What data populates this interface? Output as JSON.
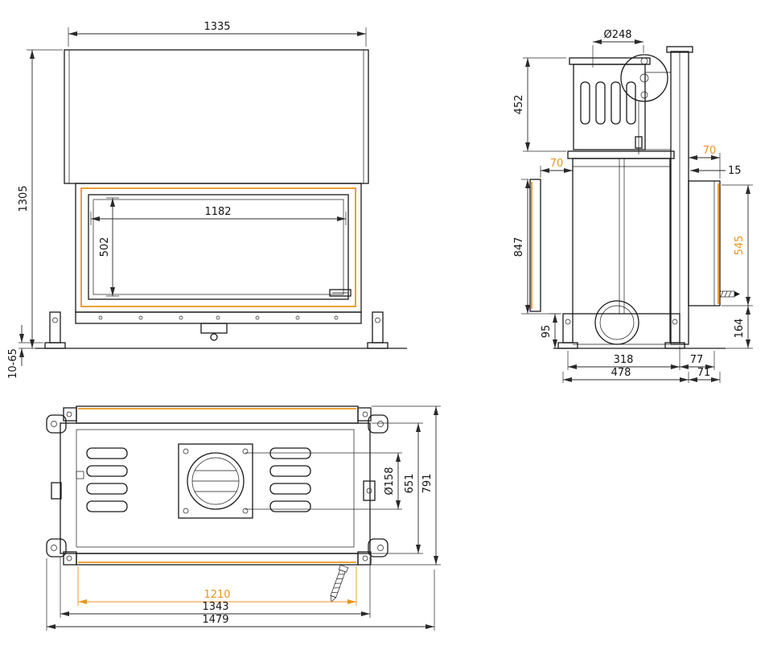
{
  "drawing": {
    "views": {
      "front": {
        "overall_width": "1335",
        "overall_height": "1305",
        "glass_width": "1182",
        "glass_height": "502",
        "foot_adjustment": "10-65"
      },
      "side": {
        "flue_diameter": "Ø248",
        "hood_height": "452",
        "front_panel_gap": "70",
        "side_panel_width": "70",
        "rear_gap": "15",
        "firebox_height": "847",
        "side_glass_height": "545",
        "base_clearance": "95",
        "outlet_height": "164",
        "depth_upper": "318",
        "depth_upper_rear": "77",
        "depth_lower": "478",
        "depth_lower_rear": "71"
      },
      "top": {
        "duct_diameter": "Ø158",
        "body_depth": "651",
        "total_depth": "791",
        "glass_width": "1210",
        "body_width": "1343",
        "total_width": "1479"
      }
    },
    "colors": {
      "outline": "#1a1a1a",
      "accent": "#e8951e"
    }
  }
}
